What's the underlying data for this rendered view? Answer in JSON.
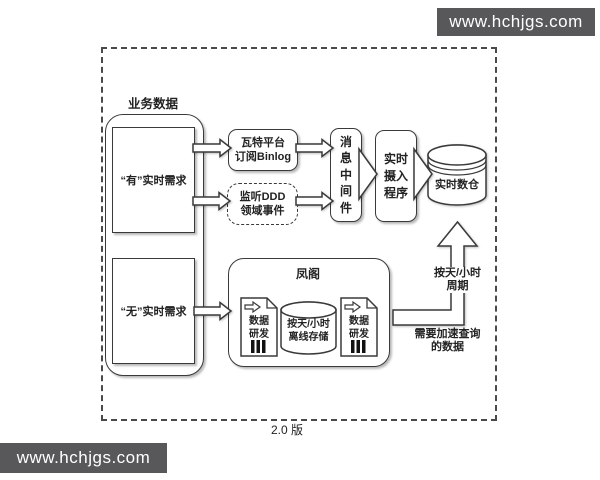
{
  "watermark": {
    "text": "www.hchjgs.com",
    "bg_color": "#58585a",
    "text_color": "#ffffff"
  },
  "version_label": "2.0 版",
  "colors": {
    "line": "#3a3a3a",
    "background": "#ffffff",
    "shadow": "rgba(0,0,0,0.28)"
  },
  "diagram": {
    "business_data_label": "业务数据",
    "has_realtime_box": "“有”实时需求",
    "no_realtime_box": "“无”实时需求",
    "watt_box": "瓦特平台\n订阅Binlog",
    "ddd_box": "监听DDD\n领域事件",
    "mq_box": "消\n息\n中\n间\n件",
    "ingest_box": "实时\n摄入\n程序",
    "realtime_dw": "实时数仓",
    "fengge": {
      "title": "凤阁",
      "doc_left": "数据\n研发",
      "offline_storage": "按天/小时\n离线存储",
      "doc_right": "数据\n研发"
    },
    "period_label": "按天/小时\n周期",
    "accelerate_label": "需要加速查询\n的数据"
  }
}
